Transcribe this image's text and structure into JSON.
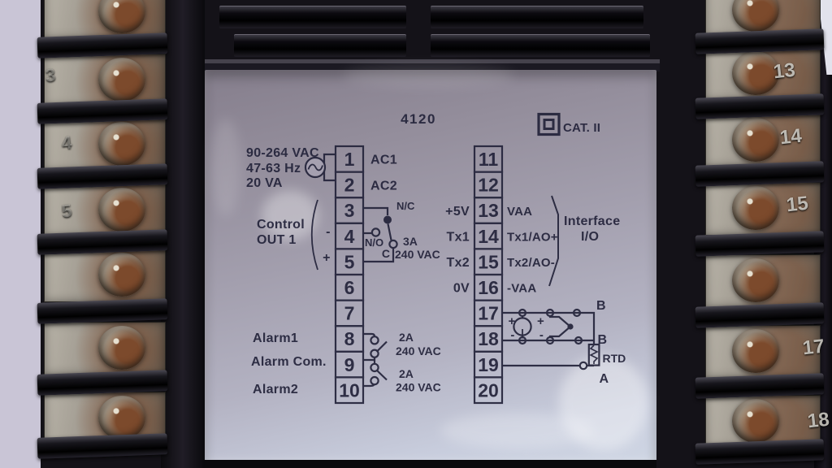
{
  "photo": {
    "plate": {
      "model": "4120",
      "safety_class": "CAT. II",
      "power": [
        "90-264 VAC",
        "47-63 Hz",
        "20 VA"
      ],
      "left_terminals": [
        {
          "num": "1",
          "label": "AC1"
        },
        {
          "num": "2",
          "label": "AC2"
        },
        {
          "num": "3"
        },
        {
          "num": "4"
        },
        {
          "num": "5"
        },
        {
          "num": "6"
        },
        {
          "num": "7"
        },
        {
          "num": "8"
        },
        {
          "num": "9"
        },
        {
          "num": "10"
        }
      ],
      "right_terminals": [
        {
          "num": "11"
        },
        {
          "num": "12"
        },
        {
          "num": "13",
          "inner": "+5V",
          "outer": "VAA"
        },
        {
          "num": "14",
          "inner": "Tx1",
          "outer": "Tx1/AO+"
        },
        {
          "num": "15",
          "inner": "Tx2",
          "outer": "Tx2/AO-"
        },
        {
          "num": "16",
          "inner": "0V",
          "outer": "-VAA"
        },
        {
          "num": "17"
        },
        {
          "num": "18"
        },
        {
          "num": "19"
        },
        {
          "num": "20"
        }
      ],
      "control_out": {
        "line1": "Control",
        "line2": "OUT 1",
        "minus": "-",
        "plus": "+",
        "nc": "N/C",
        "no": "N/O",
        "common": "C",
        "rating_a": "3A",
        "rating_v": "240 VAC"
      },
      "alarms": {
        "alarm1": "Alarm1",
        "common": "Alarm Com.",
        "alarm2": "Alarm2",
        "rating1_a": "2A",
        "rating1_v": "240 VAC",
        "rating2_a": "2A",
        "rating2_v": "240 VAC"
      },
      "interface": {
        "line1": "Interface",
        "line2": "I/O"
      },
      "sensor": {
        "tx_plus": "+",
        "tx_minus": "-",
        "tc_plus": "+",
        "tc_minus": "-",
        "b_top": "B",
        "b_mid": "B",
        "rtd": "RTD",
        "a": "A"
      }
    },
    "strip_labels": {
      "left": [
        "3",
        "4",
        "5"
      ],
      "right": [
        "13",
        "14",
        "15",
        "17",
        "18"
      ]
    },
    "colors": {
      "plate_ink": "#23233a",
      "plate_top": "#857e8c",
      "plate_bottom": "#cfd6e4",
      "wall": "#c9c5d6",
      "strip_black": "#141218",
      "rust": "#7a4a2e"
    }
  }
}
